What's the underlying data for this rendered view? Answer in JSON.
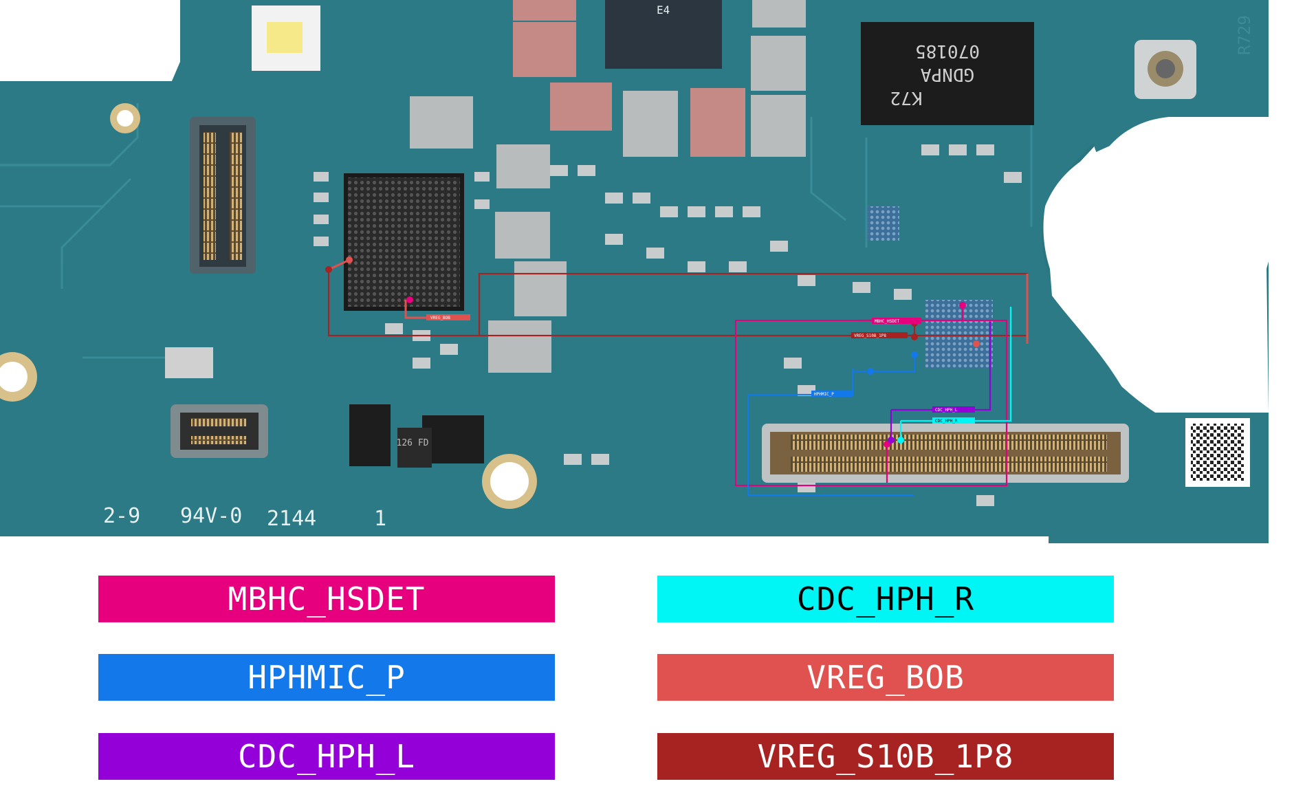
{
  "board": {
    "silkscreen": [
      "2-9",
      "94V-0",
      "2144",
      "1"
    ],
    "chip_labels": {
      "chip_top": "E4",
      "pa_line1": "070185",
      "pa_line2": "GDNPA",
      "pa_line3": "K72",
      "side_code": "R729",
      "small_chip": "126 FD"
    },
    "tiny_net_labels": [
      "MBHC_HSDET",
      "VREG_S10B_1P8",
      "VREG_BOB",
      "HPHMIC_P",
      "CDC_HPH_L",
      "CDC_HPH_R"
    ]
  },
  "legend": {
    "items": [
      {
        "label": "MBHC_HSDET",
        "color": "#e6007e"
      },
      {
        "label": "CDC_HPH_R",
        "color": "#00f5f5"
      },
      {
        "label": "HPHMIC_P",
        "color": "#1379ea"
      },
      {
        "label": "VREG_BOB",
        "color": "#e0524f"
      },
      {
        "label": "CDC_HPH_L",
        "color": "#9300d8"
      },
      {
        "label": "VREG_S10B_1P8",
        "color": "#a72321"
      }
    ]
  }
}
